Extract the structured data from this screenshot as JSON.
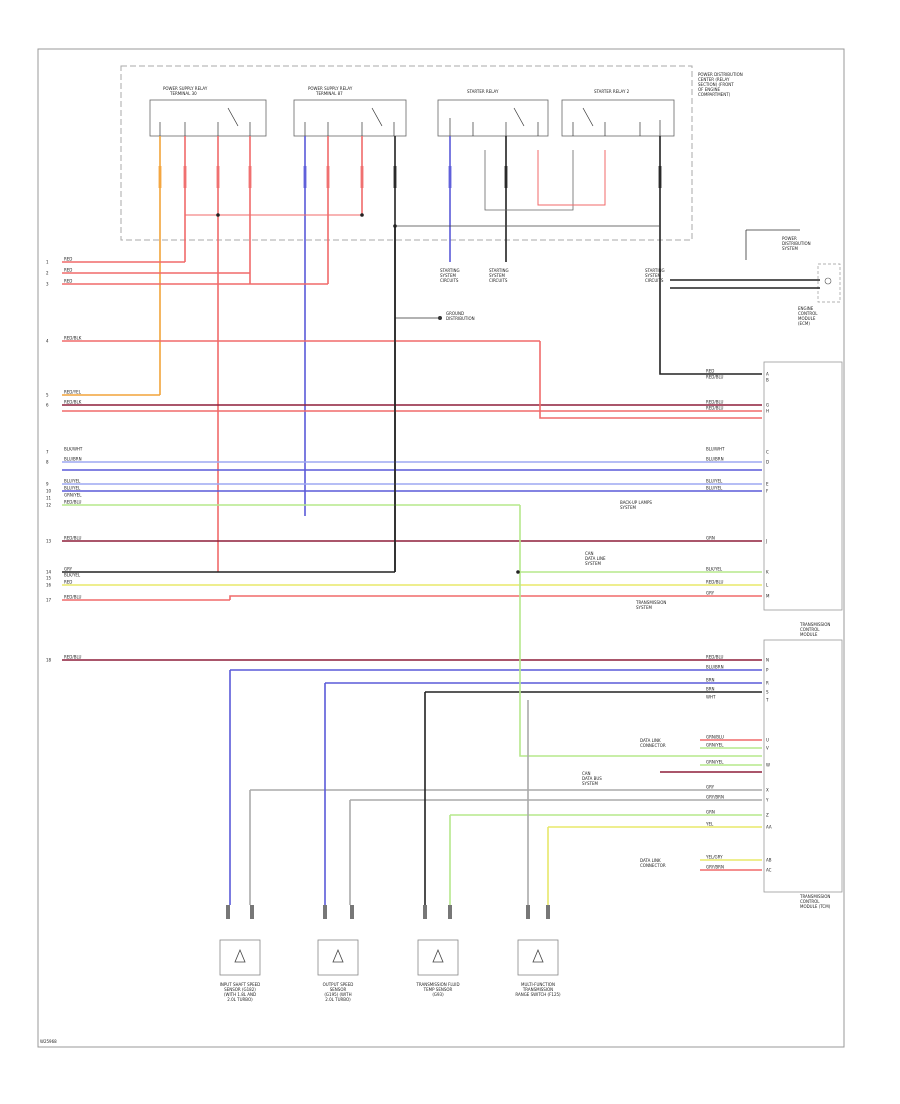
{
  "diagram": {
    "footer_code": "W25968",
    "relay_panel": {
      "title": [
        "POWER DISTRIBUTION",
        "CENTER (RELAY",
        "SECTION) (FRONT",
        "OF ENGINE",
        "COMPARTMENT)"
      ],
      "relays": [
        {
          "label": [
            "POWER SUPPLY RELAY",
            "TERMINAL 30"
          ]
        },
        {
          "label": [
            "POWER SUPPLY RELAY",
            "TERMINAL 87"
          ]
        },
        {
          "label": [
            "STARTER RELAY"
          ]
        },
        {
          "label": [
            "STARTER RELAY 2"
          ]
        }
      ]
    },
    "starting_refs": [
      {
        "label": [
          "STARTING",
          "SYSTEM",
          "CIRCUITS"
        ]
      },
      {
        "label": [
          "STARTING",
          "SYSTEM",
          "CIRCUITS"
        ]
      },
      {
        "label": [
          "STARTING",
          "SYSTEM",
          "CIRCUITS"
        ]
      }
    ],
    "power_distribution_ref": [
      "POWER",
      "DISTRIBUTION",
      "SYSTEM"
    ],
    "ground_ref": [
      "GROUND",
      "DISTRIBUTION"
    ],
    "left_wires": [
      {
        "pin": "1",
        "code": "RED"
      },
      {
        "pin": "2",
        "code": "RED"
      },
      {
        "pin": "3",
        "code": "RED"
      },
      {
        "pin": "4",
        "code": "RED/BLK"
      },
      {
        "pin": "5",
        "code": "RED/YEL"
      },
      {
        "pin": "6",
        "code": "RED/BLK"
      },
      {
        "pin": "7",
        "code": "BLK/WHT"
      },
      {
        "pin": "8",
        "code": "BLU/BRN"
      },
      {
        "pin": "9",
        "code": "BLU/YEL"
      },
      {
        "pin": "10",
        "code": "BLU/YEL"
      },
      {
        "pin": "11",
        "code": "GRN/YEL"
      },
      {
        "pin": "12",
        "code": "RED/BLU"
      },
      {
        "pin": "13",
        "code": "RED/BLU"
      },
      {
        "pin": "14",
        "code": "GRY"
      },
      {
        "pin": "15",
        "code": "BLK/YEL"
      },
      {
        "pin": "16",
        "code": "RED"
      },
      {
        "pin": "17",
        "code": "RED/BLU"
      },
      {
        "pin": "18",
        "code": "RED/BLU"
      }
    ],
    "right_wires": [
      {
        "pin": "A",
        "code": "RED"
      },
      {
        "pin": "B",
        "code": "RED/BLU"
      },
      {
        "pin": "C",
        "code": "BLU/WHT"
      },
      {
        "pin": "D",
        "code": "BLU/BRN"
      },
      {
        "pin": "E",
        "code": "BLU/YEL"
      },
      {
        "pin": "F",
        "code": "BLU/YEL"
      },
      {
        "pin": "G",
        "code": "RED/BLU"
      },
      {
        "pin": "H",
        "code": "RED/BLU"
      },
      {
        "pin": "J",
        "code": "GRN"
      },
      {
        "pin": "K",
        "code": "BLK/YEL"
      },
      {
        "pin": "L",
        "code": "RED/BLU"
      },
      {
        "pin": "M",
        "code": "GRY"
      },
      {
        "pin": "N",
        "code": "RED/BLU"
      },
      {
        "pin": "P",
        "code": "BLU/BRN"
      },
      {
        "pin": "R",
        "code": "BRN"
      },
      {
        "pin": "S",
        "code": "BRN"
      },
      {
        "pin": "T",
        "code": "WHT"
      },
      {
        "pin": "U",
        "code": "GRN/BLU"
      },
      {
        "pin": "V",
        "code": "GRN/YEL"
      },
      {
        "pin": "W",
        "code": "GRN/YEL"
      },
      {
        "pin": "X",
        "code": "GRY"
      },
      {
        "pin": "Y",
        "code": "GRY/BRN"
      },
      {
        "pin": "Z",
        "code": "GRN"
      },
      {
        "pin": "AA",
        "code": "YEL"
      },
      {
        "pin": "AB",
        "code": "YEL/GRY"
      },
      {
        "pin": "AC",
        "code": "GRY/BRN"
      }
    ],
    "ecm_labels": {
      "upper": [
        "ENGINE",
        "CONTROL",
        "MODULE",
        "(ECM)"
      ],
      "middle": [
        "TRANSMISSION",
        "CONTROL",
        "MODULE"
      ],
      "lower": [
        "TRANSMISSION",
        "CONTROL",
        "MODULE (TCM)"
      ]
    },
    "inline_refs": [
      {
        "label": [
          "BACK-UP LAMPS",
          "SYSTEM"
        ]
      },
      {
        "label": [
          "CAN",
          "DATA LINE",
          "SYSTEM"
        ]
      },
      {
        "label": [
          "TRANSMISSION",
          "SYSTEM"
        ]
      },
      {
        "label": [
          "DATA LINK",
          "CONNECTOR"
        ]
      },
      {
        "label": [
          "CAN",
          "DATA BUS",
          "SYSTEM"
        ]
      },
      {
        "label": [
          "DATA LINK",
          "CONNECTOR"
        ]
      }
    ],
    "sensors": [
      {
        "label": [
          "INPUT SHAFT SPEED",
          "SENSOR (G182)",
          "(WITH 1.8L AND",
          "2.0L TURBO)"
        ]
      },
      {
        "label": [
          "OUTPUT SPEED",
          "SENSOR",
          "(G195) (WITH",
          "2.0L TURBO)"
        ]
      },
      {
        "label": [
          "TRANSMISSION FLUID",
          "TEMP SENSOR",
          "(G93)"
        ]
      },
      {
        "label": [
          "MULTI-FUNCTION",
          "TRANSMISSION",
          "RANGE SWITCH (F125)"
        ]
      }
    ],
    "colors": {
      "red": "#f06a6a",
      "dark_red": "#8e1f3a",
      "orange": "#f2a33a",
      "blue": "#5a5ad8",
      "light_blue": "#9ea8f2",
      "green": "#b6e88c",
      "yellow": "#e8e86a",
      "black": "#222222",
      "gray": "#aaaaaa"
    }
  }
}
